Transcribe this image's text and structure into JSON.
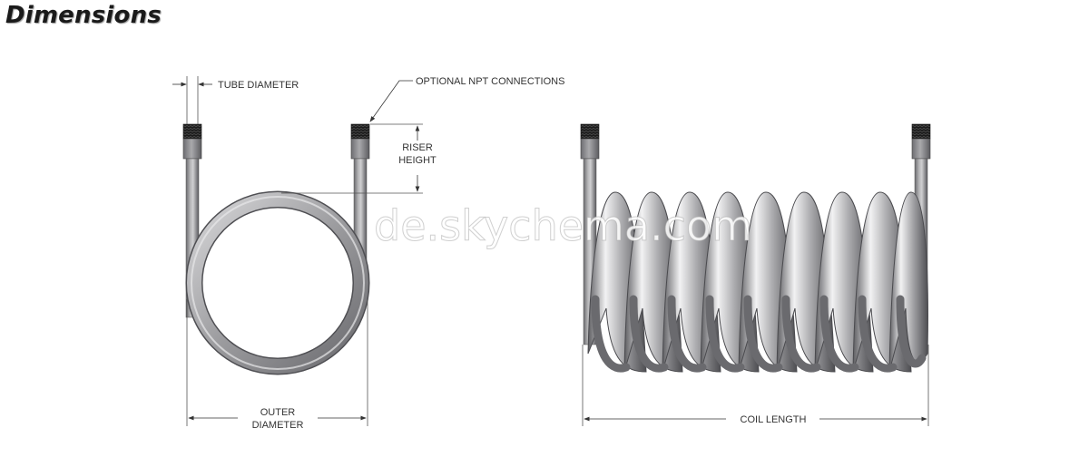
{
  "page": {
    "title": "Dimensions"
  },
  "labels": {
    "tube_diameter": "TUBE DIAMETER",
    "optional_npt": "OPTIONAL NPT CONNECTIONS",
    "riser_line1": "RISER",
    "riser_line2": "HEIGHT",
    "outer_line1": "OUTER",
    "outer_line2": "DIAMETER",
    "coil_length": "COIL LENGTH"
  },
  "watermark": "de.skychema.com",
  "colors": {
    "tube": "#9a9a9c",
    "tube_dark": "#5e5e62",
    "tube_light": "#e6e6e8",
    "thread": "#222222",
    "dimension_line": "#444444",
    "text": "#333333"
  },
  "coil": {
    "turns": 9
  }
}
